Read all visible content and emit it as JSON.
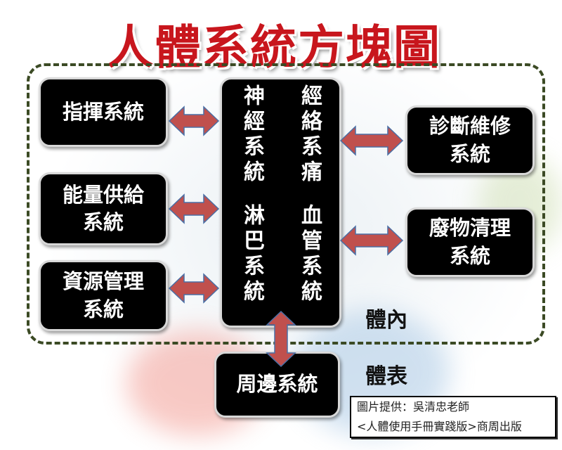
{
  "title": "人體系統方塊圖",
  "left_boxes": [
    {
      "label": "指揮系統"
    },
    {
      "label": "能量供給\n系統"
    },
    {
      "label": "資源管理\n系統"
    }
  ],
  "center": {
    "col1a": "神經系統",
    "col1b": "淋巴系統",
    "col2a": "經絡系痛",
    "col2b": "血管系統"
  },
  "right_boxes": [
    {
      "label": "診斷維修\n系統"
    },
    {
      "label": "廢物清理\n系統"
    }
  ],
  "bottom_box": {
    "label": "周邊系統"
  },
  "zones": {
    "inside": "體內",
    "surface": "體表"
  },
  "credit": {
    "line1": "圖片提供：吳清忠老師",
    "line2": "<人體使用手冊實踐版>商周出版"
  },
  "colors": {
    "title": "#c8161d",
    "arrow_fill": "#c0504d",
    "arrow_stroke": "#4a6fa5",
    "dash": "#3b4a24"
  }
}
